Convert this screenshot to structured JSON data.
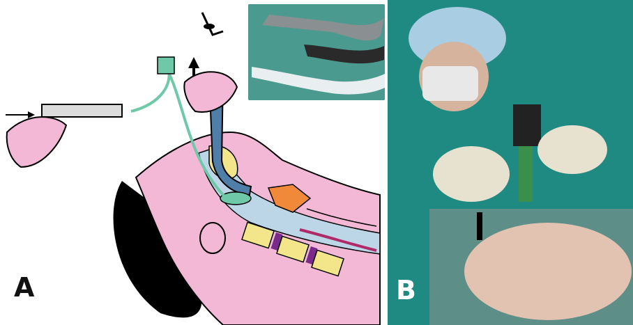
{
  "figure": {
    "panels": [
      {
        "id": "A",
        "label": "A",
        "content": "illustration"
      },
      {
        "id": "B",
        "label": "B",
        "content": "photograph"
      }
    ],
    "colors": {
      "skin": "#f2b8d6",
      "airway": "#bcd6e8",
      "tube": "#4f7ea8",
      "cuff": "#6fc8a8",
      "larynx": "#f08a3a",
      "vertebra": "#f3e58a",
      "disc": "#7a2a8a",
      "hair": "#000000",
      "drape": "#1f8a82"
    }
  }
}
